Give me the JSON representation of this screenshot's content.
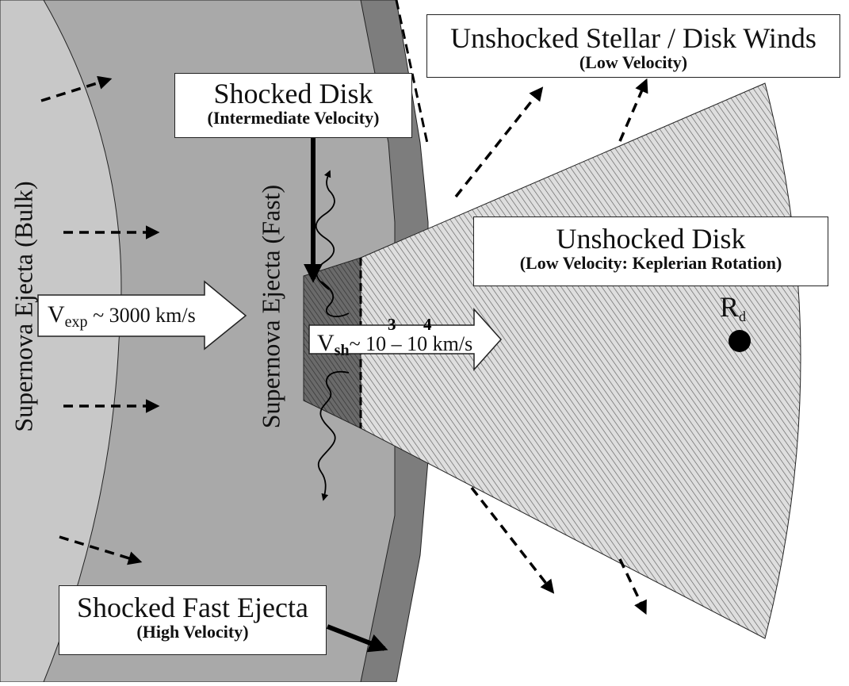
{
  "labels": {
    "bulk_ejecta": "Supernova Ejecta (Bulk)",
    "fast_ejecta": "Supernova Ejecta (Fast)",
    "shocked_disk_title": "Shocked Disk",
    "shocked_disk_sub": "(Intermediate Velocity)",
    "winds_title": "Unshocked Stellar / Disk Winds",
    "winds_sub": "(Low Velocity)",
    "unshocked_disk_title": "Unshocked Disk",
    "unshocked_disk_sub": "(Low Velocity: Keplerian Rotation)",
    "shocked_fast_title": "Shocked Fast Ejecta",
    "shocked_fast_sub": "(High Velocity)",
    "vexp_v": "V",
    "vexp_sub": "exp",
    "vexp_value": " ~ 3000 km/s",
    "vsh_v": "V",
    "vsh_sub": "sh",
    "vsh_value": "~ 10 – 10  km/s",
    "vsh_exp1": "3",
    "vsh_exp2": "4",
    "rd_r": "R",
    "rd_sub": "d"
  },
  "colors": {
    "bulk_ejecta": "#c8c8c8",
    "fast_ejecta": "#a9a9a9",
    "shell": "#7d7d7d",
    "shocked_disk": "#555555",
    "unshocked_disk": "#d9d9d9"
  }
}
